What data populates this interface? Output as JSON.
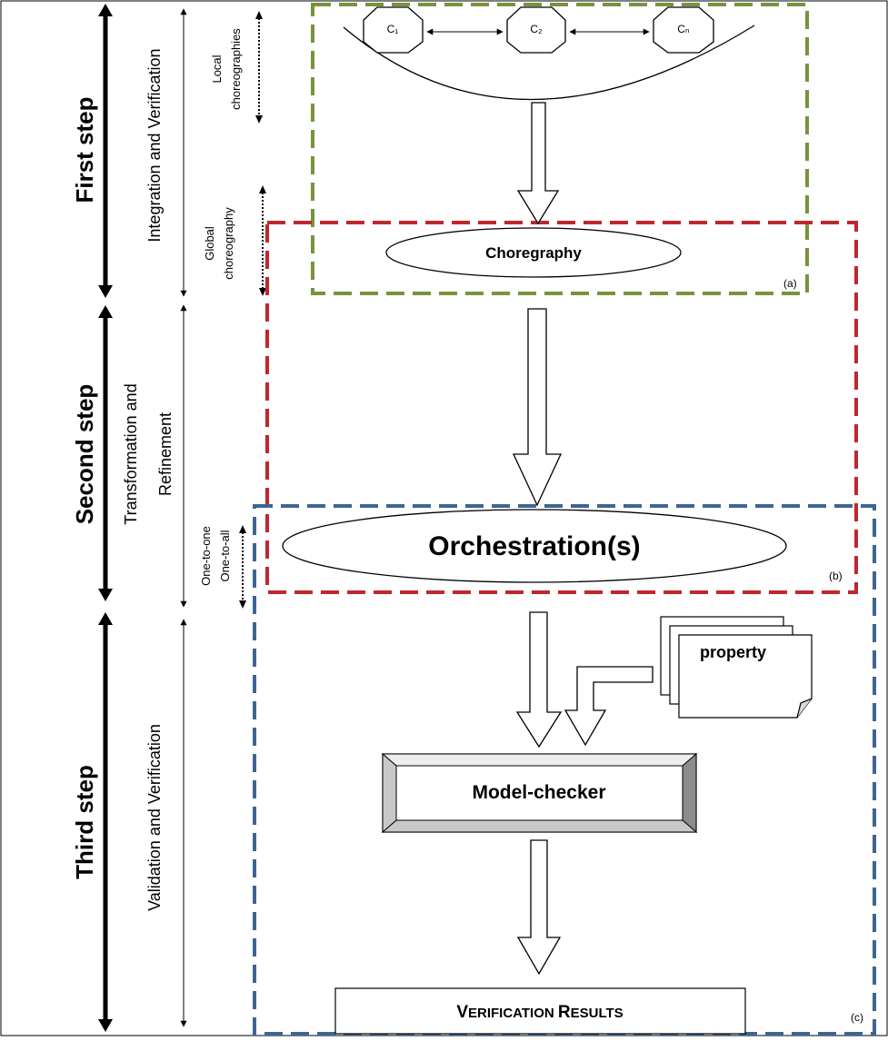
{
  "steps": {
    "first": "First step",
    "second": "Second step",
    "third": "Third step"
  },
  "phases": {
    "integration": "Integration and Verification",
    "transformation_line1": "Transformation and",
    "transformation_line2": "Refinement",
    "validation": "Validation and Verification"
  },
  "annotations": {
    "local_line1": "Local",
    "local_line2": "choreographies",
    "global_line1": "Global",
    "global_line2": "choreography",
    "one_to_one": "One-to-one",
    "one_to_all": "One-to-all"
  },
  "components": {
    "c1": "C₁",
    "c2": "C₂",
    "cn": "Cₙ"
  },
  "nodes": {
    "choreography": "Choregraphy",
    "orchestration": "Orchestration(s)",
    "property": "property",
    "model_checker": "Model-checker",
    "results_part1": "V",
    "results_part2": "ERIFICATION ",
    "results_part3": "R",
    "results_part4": "ESULTS"
  },
  "box_labels": {
    "a": "(a)",
    "b": "(b)",
    "c": "(c)"
  },
  "colors": {
    "green_box": "#77933c",
    "red_box": "#c0272d",
    "blue_box": "#3e6592",
    "bevel_light": "#ededed",
    "bevel_dark": "#8c8c8c",
    "bevel_mid": "#c8c8c8"
  }
}
